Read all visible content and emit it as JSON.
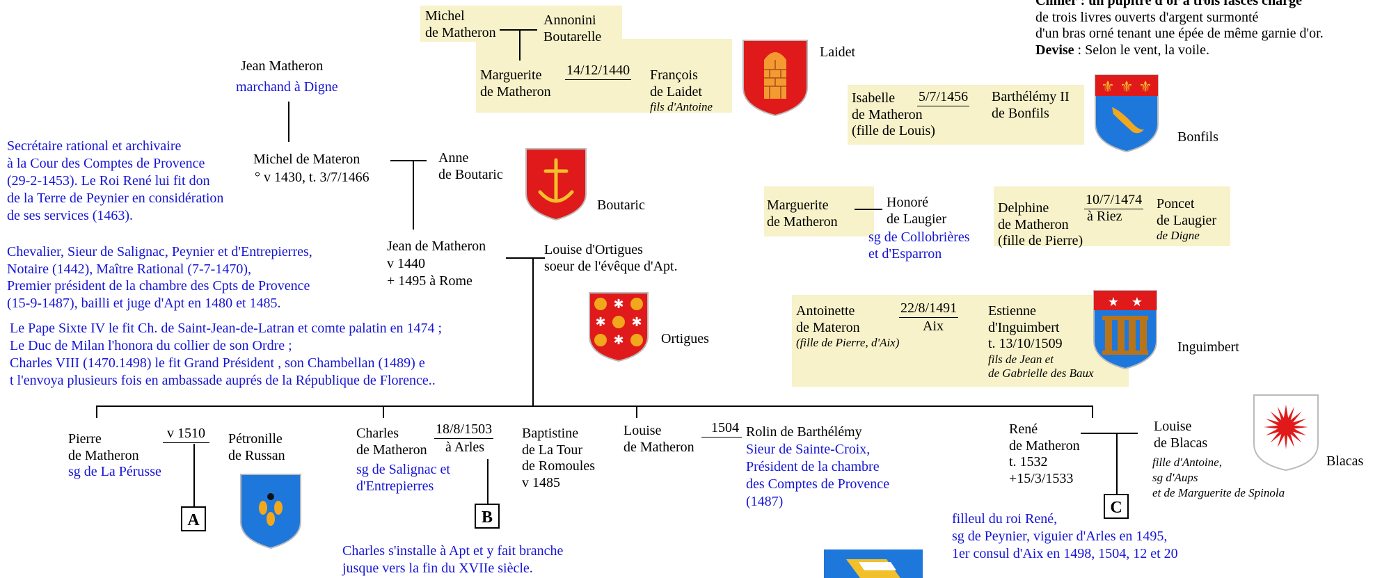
{
  "colors": {
    "text_blue": "#1515d6",
    "box_bg": "#f7f2c9",
    "shield_red": "#e01a1a",
    "shield_blue": "#1e78dc",
    "gold": "#f2a81d"
  },
  "crest": {
    "line1": "Cimier : un pupitre d'or à trois fasces chargé",
    "line2": "de trois livres ouverts d'argent surmonté",
    "line3": "d'un bras orné tenant une épée de même garnie d'or.",
    "devise_label": "Devise",
    "devise_text": " : Selon le vent, la voile."
  },
  "laidet": {
    "michel": [
      "Michel",
      "de Matheron"
    ],
    "annonini": [
      "Annonini",
      "Boutarelle"
    ],
    "marguerite": [
      "Marguerite",
      "de Matheron"
    ],
    "date": "14/12/1440",
    "francois": [
      "François",
      "de Laidet"
    ],
    "francois_note": "fils d'Antoine",
    "arms_label": "Laidet"
  },
  "jean": {
    "name": "Jean Matheron",
    "role": "marchand à Digne"
  },
  "michel_note": [
    "Secrétaire rational et archivaire",
    "à la Cour des Comptes de Provence",
    "(29-2-1453). Le Roi René lui fit don",
    "de la Terre de Peynier en considération",
    "de ses services (1463)."
  ],
  "michel": {
    "name": "Michel de Materon",
    "dates": "° v 1430, t. 3/7/1466"
  },
  "anne": [
    "Anne",
    "de Boutaric"
  ],
  "boutaric_label": "Boutaric",
  "jean2_note": [
    "Chevalier, Sieur de Salignac, Peynier et d'Entrepierres,",
    "Notaire (1442), Maître Rational (7-7-1470),",
    "Premier président de la chambre des Cpts de Provence",
    "(15-9-1487), bailli et juge d'Apt en 1480 et 1485."
  ],
  "jean2": [
    "Jean de Matheron",
    "v 1440",
    "+ 1495 à Rome"
  ],
  "louise_o": [
    "Louise d'Ortigues",
    "soeur de l'évêque d'Apt."
  ],
  "ortigues_label": "Ortigues",
  "pope_note": [
    "Le Pape Sixte IV le fit  Ch. de Saint-Jean-de-Latran et comte palatin en 1474 ;",
    "Le Duc de Milan l'honora du collier de son Ordre ;",
    "Charles VIII (1470.1498) le fit Grand Président , son Chambellan (1489) e",
    "t l'envoya plusieurs fois en ambassade auprés de la République de Florence.."
  ],
  "bonfils": {
    "isabelle": [
      "Isabelle",
      "de Matheron",
      "(fille de Louis)"
    ],
    "date": "5/7/1456",
    "barthelemy": [
      "Barthélémy II",
      "de Bonfils"
    ],
    "label": "Bonfils"
  },
  "laugier": {
    "marguerite": [
      "Marguerite",
      "de Matheron"
    ],
    "honore": [
      "Honoré",
      "de Laugier"
    ],
    "honore_note": [
      "sg de Collobrières",
      "et d'Esparron"
    ],
    "delphine": [
      "Delphine",
      "de Matheron",
      "(fille de Pierre)"
    ],
    "date": "10/7/1474",
    "place": "à Riez",
    "poncet": [
      "Poncet",
      "de Laugier"
    ],
    "poncet_note": "de Digne"
  },
  "inguimbert": {
    "antoinette": [
      "Antoinette",
      "de Materon"
    ],
    "antoinette_note": "(fille de Pierre, d'Aix)",
    "date": "22/8/1491",
    "place": "Aix",
    "estienne": [
      "Estienne",
      "d'Inguimbert",
      "t. 13/10/1509"
    ],
    "estienne_note": [
      "fils de Jean  et",
      "de Gabrielle des Baux"
    ],
    "label": "Inguimbert"
  },
  "children": {
    "pierre": [
      "Pierre",
      "de Matheron"
    ],
    "pierre_note": "sg de La Pérusse",
    "pierre_date": "v 1510",
    "petronille": [
      "Pétronille",
      "de Russan"
    ],
    "branch_a": "A",
    "charles": [
      "Charles",
      "de Matheron"
    ],
    "charles_date": "18/8/1503",
    "charles_place": "à Arles",
    "charles_note": [
      "sg de Salignac et",
      "d'Entrepierres"
    ],
    "branch_b": "B",
    "baptistine": [
      "Baptistine",
      "de La Tour",
      "de Romoules",
      "v 1485"
    ],
    "charles_apt": [
      "Charles s'installe à Apt et y fait branche",
      "jusque vers la fin du XVIIe siècle."
    ],
    "louise": [
      "Louise",
      "de Matheron"
    ],
    "louise_date": "1504",
    "rolin": "Rolin de Barthélémy",
    "rolin_note": [
      "Sieur de Sainte-Croix,",
      "Président de la chambre",
      "des Comptes de Provence",
      "(1487)"
    ],
    "rene": [
      "René",
      "de Matheron",
      "t. 1532",
      "+15/3/1533"
    ],
    "branch_c": "C",
    "rene_note": [
      "filleul du roi René,",
      "sg de Peynier, viguier d'Arles en 1495,",
      "1er consul d'Aix en 1498, 1504, 12 et 20"
    ],
    "louise_b": [
      "Louise",
      "de Blacas"
    ],
    "louise_b_note": [
      "fille d'Antoine,",
      "sg d'Aups",
      "et de Marguerite de Spinola"
    ],
    "blacas_label": "Blacas"
  }
}
